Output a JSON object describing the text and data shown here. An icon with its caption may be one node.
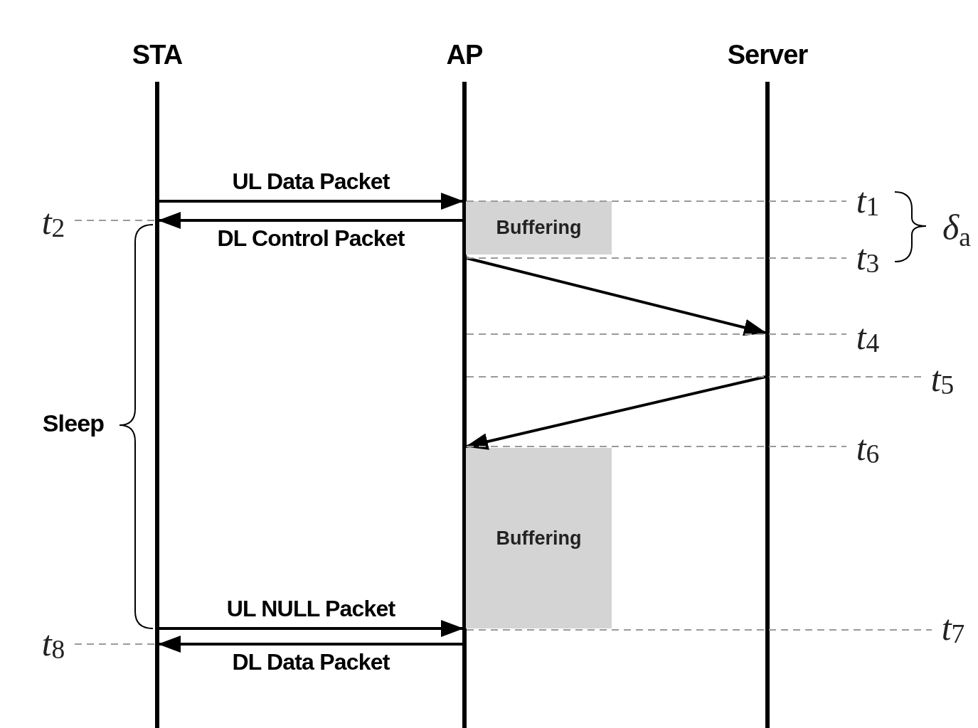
{
  "diagram": {
    "nodes": [
      {
        "text": [
          "STA"
        ]
      },
      {
        "text": [
          "AP"
        ]
      },
      {
        "text": [
          "Server"
        ]
      },
      {
        "text": [
          "Buffering"
        ]
      },
      {
        "text": [
          "Buffering"
        ]
      },
      {
        "text": [
          "*t*$_{1}$"
        ]
      },
      {
        "text": [
          "*t*$_{2}$"
        ]
      },
      {
        "text": [
          "*t*$_{3}$"
        ]
      },
      {
        "text": [
          "*t*$_{4}$"
        ]
      },
      {
        "text": [
          "*t*$_{5}$"
        ]
      },
      {
        "text": [
          "*t*$_{6}$"
        ]
      },
      {
        "text": [
          "*t*$_{7}$"
        ]
      },
      {
        "text": [
          "*t*$_{8}$"
        ]
      }
    ],
    "edges": [
      {
        "from": 0,
        "to": 1,
        "arrow": "to",
        "label": "UL Data Packet",
        "color": "#000000"
      },
      {
        "from": 1,
        "to": 0,
        "arrow": "to",
        "label": "DL Control Packet",
        "color": "#000000"
      },
      {
        "from": 1,
        "to": 2,
        "arrow": "to",
        "color": "#000000"
      },
      {
        "from": 2,
        "to": 1,
        "arrow": "to",
        "color": "#000000"
      },
      {
        "from": 0,
        "to": 1,
        "arrow": "to",
        "label": "UL NULL Packet",
        "color": "#000000"
      },
      {
        "from": 1,
        "to": 0,
        "arrow": "to",
        "label": "DL Data Packet",
        "color": "#000000"
      },
      {
        "from": 1,
        "to": 5,
        "arrow": "none",
        "style": "dashed"
      },
      {
        "from": 6,
        "to": 0,
        "arrow": "none",
        "style": "dashed"
      },
      {
        "from": 1,
        "to": 7,
        "arrow": "none",
        "style": "dashed"
      },
      {
        "from": 1,
        "to": 8,
        "arrow": "none",
        "style": "dashed"
      },
      {
        "from": 1,
        "to": 9,
        "arrow": "none",
        "style": "dashed"
      },
      {
        "from": 1,
        "to": 10,
        "arrow": "none",
        "style": "dashed"
      },
      {
        "from": 1,
        "to": 11,
        "arrow": "none",
        "style": "dashed"
      },
      {
        "from": 12,
        "to": 0,
        "arrow": "none",
        "style": "dashed"
      }
    ],
    "labels": [
      "*δ*$_{a}$",
      "Sleep"
    ]
  }
}
